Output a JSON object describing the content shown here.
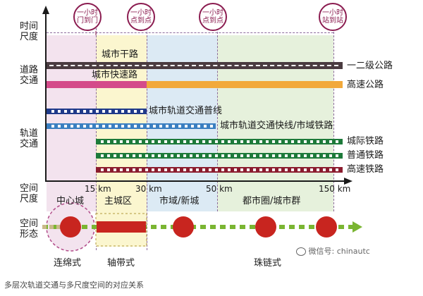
{
  "axes": {
    "time_scale": [
      "时间",
      "尺度"
    ],
    "road_traffic": [
      "道路",
      "交通"
    ],
    "rail_traffic": [
      "轨道",
      "交通"
    ],
    "space_scale": [
      "空间",
      "尺度"
    ],
    "space_form": [
      "空间",
      "形态"
    ]
  },
  "time_nodes": [
    {
      "line1": "一小时",
      "line2": "门到门"
    },
    {
      "line1": "一小时",
      "line2": "点到点"
    },
    {
      "line1": "一小时",
      "line2": "点到点"
    },
    {
      "line1": "一小时",
      "line2": "站到站"
    }
  ],
  "roads": {
    "arterial": "城市干路",
    "expressway": "城市快速路",
    "grade12": "一二级公路",
    "highway": "高速公路"
  },
  "rails": {
    "metro_normal": "城市轨道交通普线",
    "metro_express": "城市轨道交通快线/市域铁路",
    "intercity": "城际铁路",
    "conventional": "普通铁路",
    "high_speed": "高速铁路"
  },
  "distance_ticks": [
    "15 km",
    "30 km",
    "50 km",
    "150 km"
  ],
  "zones": [
    "中心城",
    "主城区",
    "市域/新城",
    "都市圈/城市群"
  ],
  "forms": [
    "连绵式",
    "轴带式",
    "珠链式"
  ],
  "watermark": "微信号: chinautc",
  "caption": "多层次轨道交通与多尺度空间的对应关系",
  "colors": {
    "magenta": "#8b1c50",
    "pink_zone": "#f3e3ee",
    "yellow_zone": "#fbf6cf",
    "blue_zone": "#dceaf4",
    "green_zone": "#e6f1dc",
    "blue_rail": "#1f3a8a",
    "green_rail": "#1d7a3a",
    "red_rail": "#8b1c2e",
    "orange_road": "#f2a93b",
    "pink_road": "#d44b8a",
    "dark_road": "#4a3b40",
    "node_red": "#c8251f",
    "green_arrow": "#7ab532"
  }
}
